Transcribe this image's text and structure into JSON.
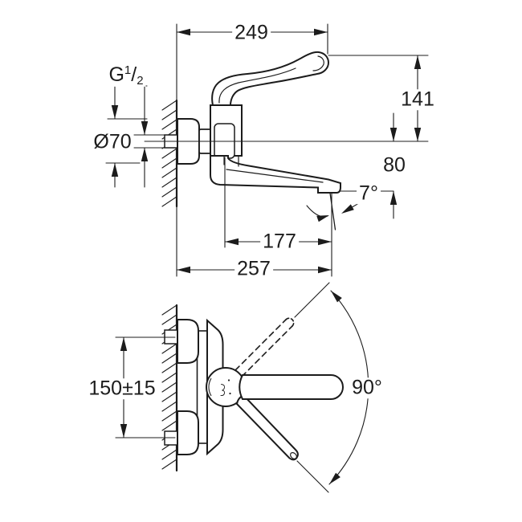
{
  "colors": {
    "background": "#ffffff",
    "ink": "#1c1c1c"
  },
  "side_view": {
    "width_wall_to_lever_tip": "249",
    "lever_height_above_axis": "141",
    "thread_size": {
      "base": "G",
      "sup": "1",
      "slash": "/",
      "sub": "2"
    },
    "flange_diameter": "Ø70",
    "axis_to_outlet_drop": "80",
    "spout_down_angle": "7°",
    "pivot_to_aerator": "177",
    "wall_to_aerator": "257"
  },
  "front_view": {
    "inlet_spacing": "150±15",
    "lever_swing_angle": "90°"
  }
}
